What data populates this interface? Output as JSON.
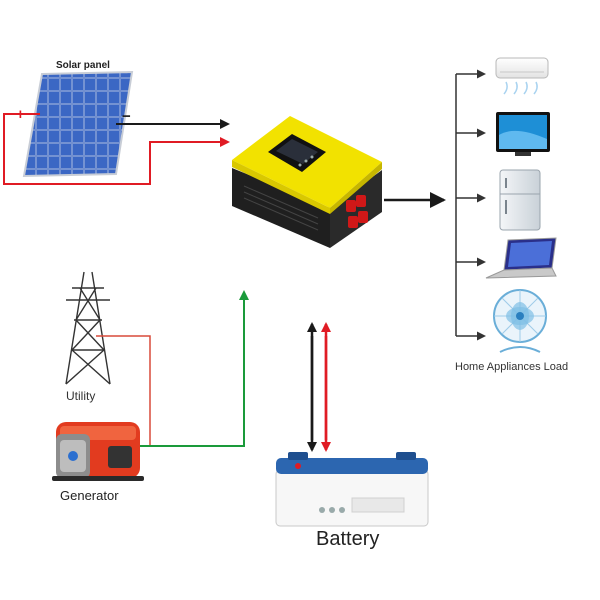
{
  "labels": {
    "solar_panel": "Solar panel",
    "utility": "Utility",
    "generator": "Generator",
    "battery": "Battery",
    "appliances": "Home Appliances Load"
  },
  "panel_terminals": {
    "positive": "+",
    "negative": "−"
  },
  "colors": {
    "dc_positive": "#e01b24",
    "dc_negative": "#1a1a1a",
    "ac_input": "#1a9a3a",
    "ac_source": "#d84a3a",
    "bus": "#333333",
    "inverter_body": "#f2e200",
    "panel_cell": "#2a4fa8",
    "battery_lid": "#2c66b0"
  },
  "icons": [
    "solar-panel-icon",
    "inverter-icon",
    "utility-tower-icon",
    "generator-icon",
    "battery-icon",
    "air-conditioner-icon",
    "television-icon",
    "refrigerator-icon",
    "laptop-icon",
    "fan-icon"
  ]
}
